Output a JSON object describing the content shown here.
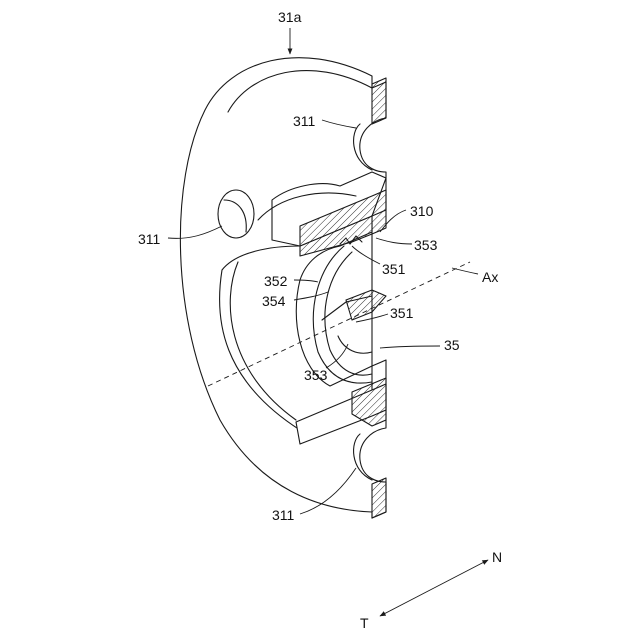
{
  "labels": {
    "part": "31a",
    "hole_upper": "311",
    "hole_left": "311",
    "hole_lower": "311",
    "flange": "310",
    "lip_upper_a": "353",
    "lip_upper_b": "351",
    "edge_outer": "352",
    "edge_inner": "354",
    "lip_lower_a": "351",
    "lip_lower_b": "353",
    "ring": "35",
    "axis": "Ax"
  },
  "directions": {
    "n": "N",
    "t": "T"
  }
}
